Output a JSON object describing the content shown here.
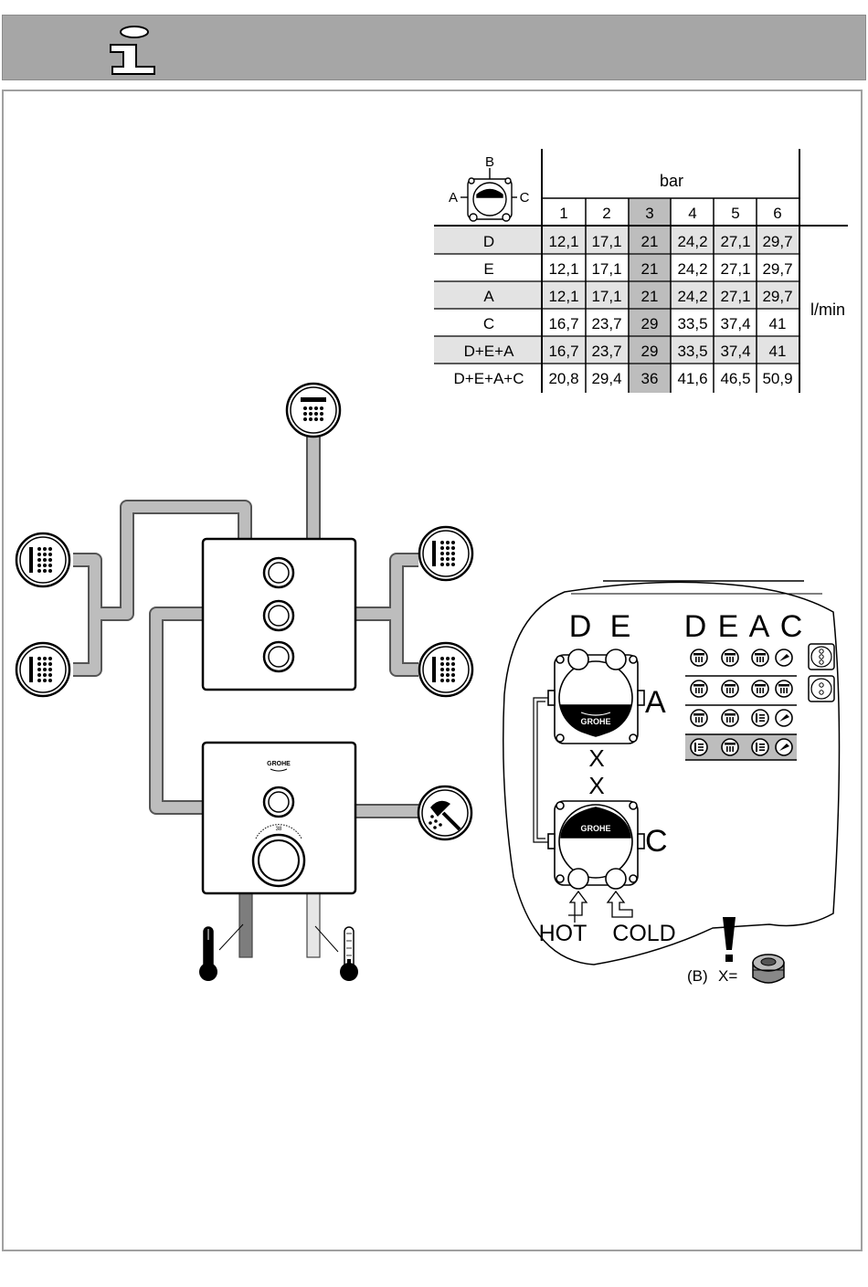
{
  "header": {
    "icon": "info-icon"
  },
  "table": {
    "unit_top": "bar",
    "unit_side": "l/min",
    "valve_labels": {
      "top": "B",
      "left": "A",
      "right": "C"
    },
    "columns": [
      "1",
      "2",
      "3",
      "4",
      "5",
      "6"
    ],
    "highlight_column": "3",
    "rows": [
      {
        "label": "D",
        "values": [
          "12,1",
          "17,1",
          "21",
          "24,2",
          "27,1",
          "29,7"
        ]
      },
      {
        "label": "E",
        "values": [
          "12,1",
          "17,1",
          "21",
          "24,2",
          "27,1",
          "29,7"
        ]
      },
      {
        "label": "A",
        "values": [
          "12,1",
          "17,1",
          "21",
          "24,2",
          "27,1",
          "29,7"
        ]
      },
      {
        "label": "C",
        "values": [
          "16,7",
          "23,7",
          "29",
          "33,5",
          "37,4",
          "41"
        ]
      },
      {
        "label": "D+E+A",
        "values": [
          "16,7",
          "23,7",
          "29",
          "33,5",
          "37,4",
          "41"
        ]
      },
      {
        "label": "D+E+A+C",
        "values": [
          "20,8",
          "29,4",
          "36",
          "41,6",
          "46,5",
          "50,9"
        ]
      }
    ]
  },
  "installation": {
    "outlet_top_left": "D",
    "outlet_top_right": "E",
    "outlet_side_upper": "A",
    "outlet_side_lower": "C",
    "x_mark": "X",
    "hot": "HOT",
    "cold": "COLD",
    "brand": "GROHE",
    "matrix_header": [
      "D",
      "E",
      "A",
      "C"
    ],
    "plug_note_prefix": "(B)",
    "plug_note_suffix": "X="
  },
  "thermostat": {
    "brand": "GROHE",
    "temp_mark": "38"
  },
  "icons": {
    "overhead": "overhead-shower-icon",
    "body_jet": "body-jet-icon",
    "hand_shower": "hand-shower-icon",
    "thermometer": "thermometer-icon",
    "warning": "exclamation-icon",
    "plug": "plug-icon"
  }
}
